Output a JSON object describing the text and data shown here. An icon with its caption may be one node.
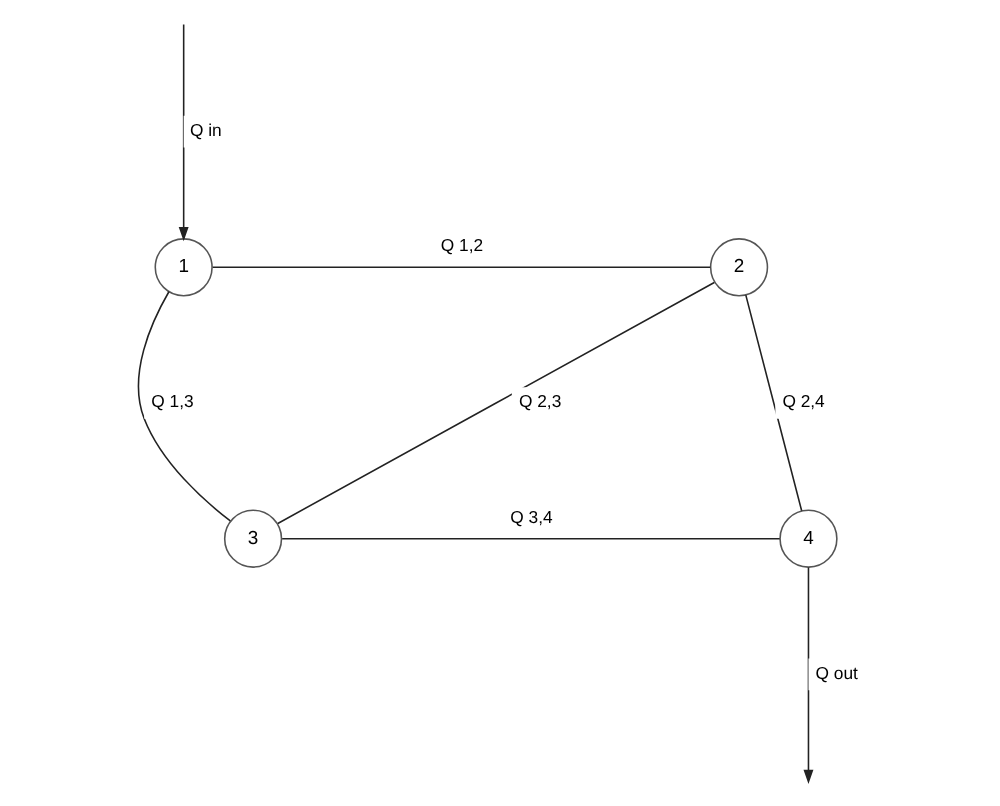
{
  "diagram": {
    "nodes": [
      {
        "text": [
          "1"
        ]
      },
      {
        "text": [
          "2"
        ]
      },
      {
        "text": [
          "3"
        ]
      },
      {
        "text": [
          "4"
        ]
      }
    ],
    "edges": [
      {
        "from": null,
        "to": 0,
        "arrow": "to",
        "label": "Q in"
      },
      {
        "from": 0,
        "to": 1,
        "arrow": "none",
        "label": "Q 1,2"
      },
      {
        "from": 0,
        "to": 2,
        "arrow": "none",
        "label": "Q 1,3"
      },
      {
        "from": 1,
        "to": 2,
        "arrow": "none",
        "label": "Q 2,3"
      },
      {
        "from": 1,
        "to": 3,
        "arrow": "none",
        "label": "Q 2,4"
      },
      {
        "from": 2,
        "to": 3,
        "arrow": "none",
        "label": "Q 3,4"
      },
      {
        "from": 3,
        "to": null,
        "arrow": "to",
        "label": "Q out"
      }
    ]
  }
}
